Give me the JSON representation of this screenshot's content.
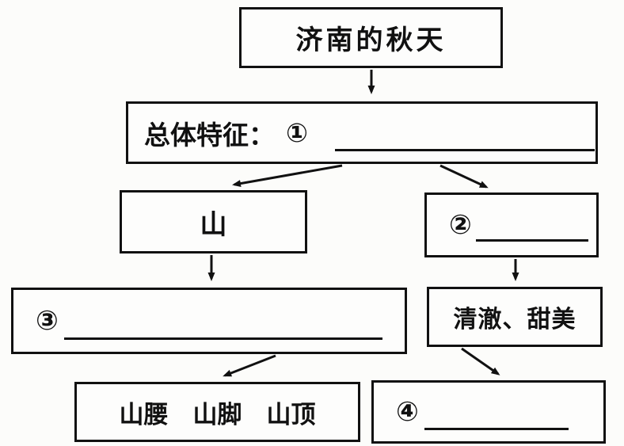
{
  "diagram": {
    "type": "flowchart",
    "title": "济南的秋天",
    "colors": {
      "ink": "#111111",
      "paper": "#fcfcfa"
    },
    "nodes": {
      "title": {
        "text": "济南的秋天"
      },
      "overall": {
        "prefix": "总体特征：",
        "number": "①",
        "blank": true
      },
      "mountain": {
        "text": "山"
      },
      "blank2": {
        "number": "②",
        "blank": true
      },
      "blank3": {
        "number": "③",
        "blank": true
      },
      "water": {
        "text": "清澈、甜美"
      },
      "parts": {
        "text": "山腰　山脚　山顶"
      },
      "blank4": {
        "number": "④",
        "blank": true
      }
    },
    "edges": [
      "title -> overall",
      "overall -> mountain",
      "overall -> blank2",
      "mountain -> blank3",
      "blank2 -> water",
      "blank3 -> parts",
      "water -> blank4"
    ]
  }
}
